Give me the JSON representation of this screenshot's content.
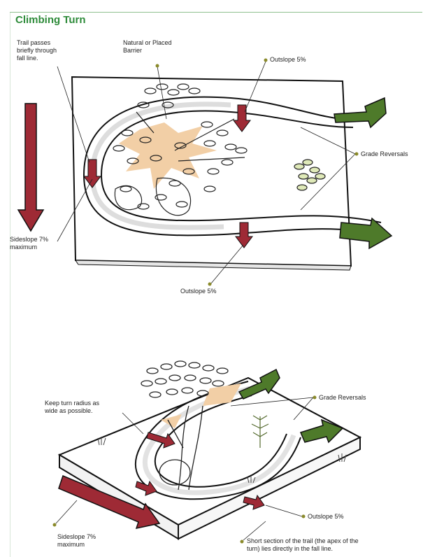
{
  "title": "Climbing Turn",
  "top_diagram": {
    "trail_passes": "Trail passes\nbriefly through\nfall line.",
    "barrier": "Natural or Placed\nBarrier",
    "outslope_top": "Outslope 5%",
    "grade_reversals": "Grade Reversals",
    "sideslope": "Sideslope 7%\nmaximum",
    "outslope_bottom": "Outslope 5%"
  },
  "bottom_diagram": {
    "turn_radius": "Keep turn radius as\nwide as possible.",
    "grade_reversals": "Grade Reversals",
    "outslope": "Outslope 5%",
    "sideslope": "Sideslope 7%\nmaximum",
    "apex_note": "Short section of the trail (the apex of the\nturn) lies directly in the fall line."
  },
  "colors": {
    "title_green": "#2e8b3a",
    "arrow_red": "#9e2a35",
    "arrow_green": "#4e7a2a",
    "leader_dot": "#8a8a2a",
    "barrier_tan": "#f2cfa6"
  }
}
